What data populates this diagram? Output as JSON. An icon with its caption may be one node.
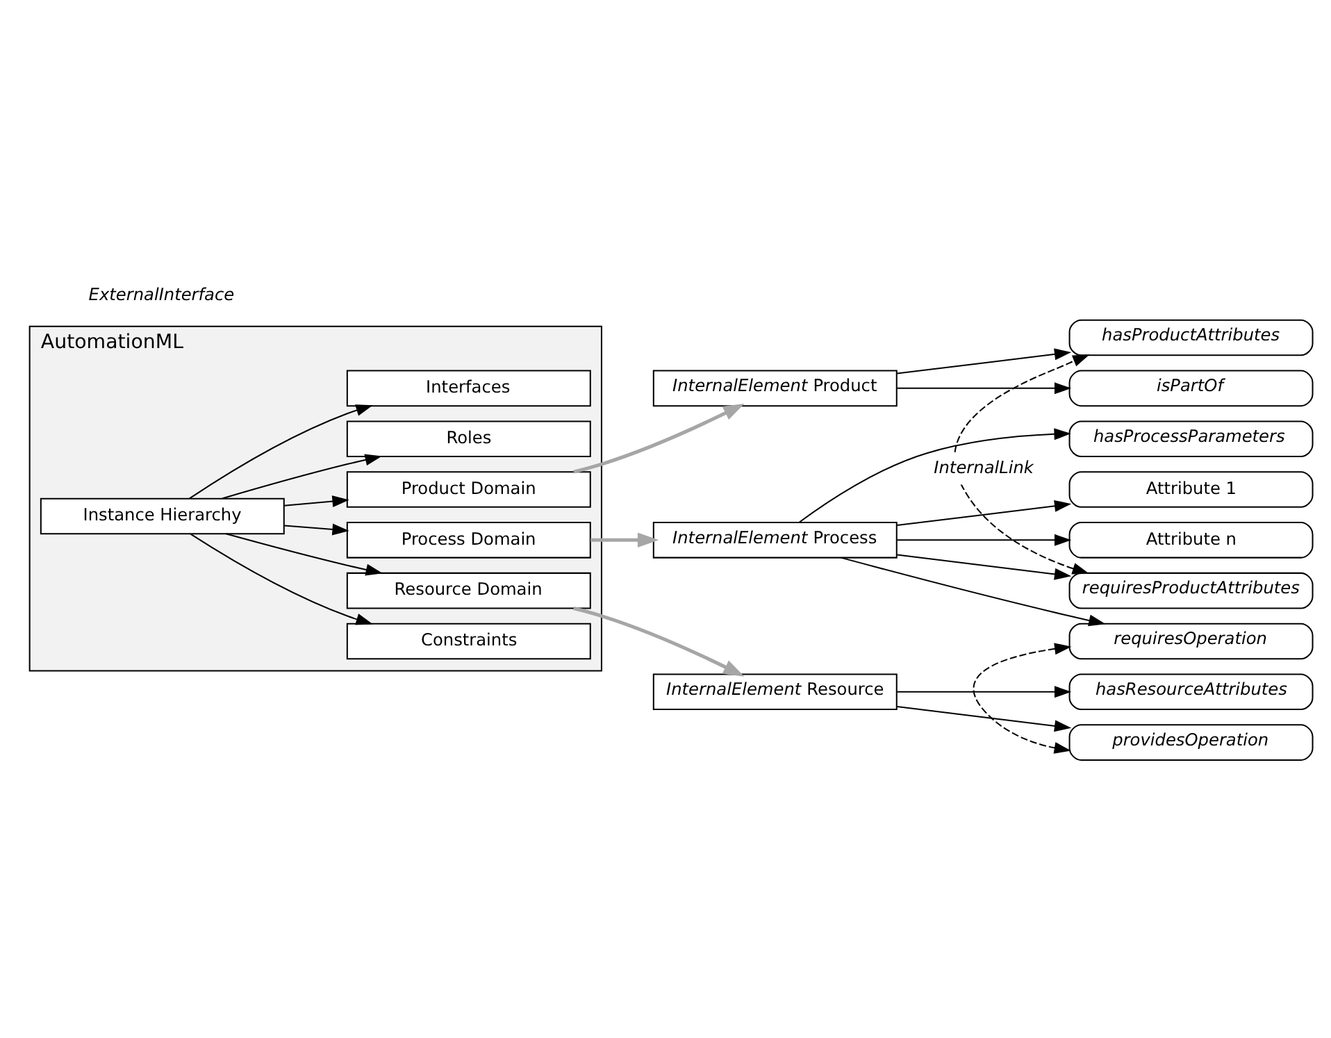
{
  "diagram": {
    "nodes": [
      {
        "text": [
          "AutomationML"
        ]
      },
      {
        "text": [
          "Instance Hierarchy"
        ],
        "in": 0
      },
      {
        "text": [
          "Constraints"
        ],
        "in": 0
      },
      {
        "text": [
          "Product Domain"
        ],
        "in": 0
      },
      {
        "text": [
          "Process Domain"
        ],
        "in": 0
      },
      {
        "text": [
          "Resource Domain"
        ],
        "in": 0
      },
      {
        "text": [
          "Roles"
        ],
        "in": 0
      },
      {
        "text": [
          "Interfaces"
        ],
        "in": 0
      },
      {
        "text": [
          "*InternalElement* Product"
        ]
      },
      {
        "text": [
          "hasProductAttributes"
        ]
      },
      {
        "text": [
          "isPartOf"
        ]
      },
      {
        "text": [
          "*InternalElement* Process"
        ]
      },
      {
        "text": [
          "hasProcessParameters"
        ]
      },
      {
        "text": [
          "Attribute 1"
        ]
      },
      {
        "text": [
          "Attribute n"
        ]
      },
      {
        "text": [
          "requiresProductAttributes"
        ]
      },
      {
        "text": [
          "requiresOperation"
        ]
      },
      {
        "text": [
          "*InternalElement* Resource"
        ]
      },
      {
        "text": [
          "hasResourceAttributes"
        ]
      },
      {
        "text": [
          "providesOperation"
        ]
      }
    ],
    "edges": [
      {
        "from": 1,
        "to": 2,
        "arrow": "to"
      },
      {
        "from": 1,
        "to": 3,
        "arrow": "to"
      },
      {
        "from": 1,
        "to": 4,
        "arrow": "to"
      },
      {
        "from": 1,
        "to": 5,
        "arrow": "to"
      },
      {
        "from": 1,
        "to": 6,
        "arrow": "to"
      },
      {
        "from": 1,
        "to": 7,
        "arrow": "to"
      },
      {
        "from": 3,
        "to": 8,
        "arrow": "to",
        "style": "thick",
        "color": "#a6a6a6"
      },
      {
        "from": 4,
        "to": 11,
        "arrow": "to",
        "style": "thick",
        "color": "#a6a6a6"
      },
      {
        "from": 5,
        "to": 17,
        "arrow": "to",
        "style": "thick",
        "color": "#a6a6a6"
      },
      {
        "from": 8,
        "to": 9,
        "arrow": "to"
      },
      {
        "from": 8,
        "to": 10,
        "arrow": "to"
      },
      {
        "from": 11,
        "to": 12,
        "arrow": "to"
      },
      {
        "from": 11,
        "to": 13,
        "arrow": "to"
      },
      {
        "from": 11,
        "to": 14,
        "arrow": "to"
      },
      {
        "from": 11,
        "to": 15,
        "arrow": "to"
      },
      {
        "from": 11,
        "to": 16,
        "arrow": "to"
      },
      {
        "from": 17,
        "to": 18,
        "arrow": "to"
      },
      {
        "from": 17,
        "to": 19,
        "arrow": "to"
      },
      {
        "from": 15,
        "to": 9,
        "arrow": "both",
        "style": "dashed",
        "label": "*InternalLink*"
      },
      {
        "from": 16,
        "to": 19,
        "arrow": "both",
        "style": "dashed"
      }
    ],
    "labels": [
      "*ExternalInterface*"
    ]
  }
}
